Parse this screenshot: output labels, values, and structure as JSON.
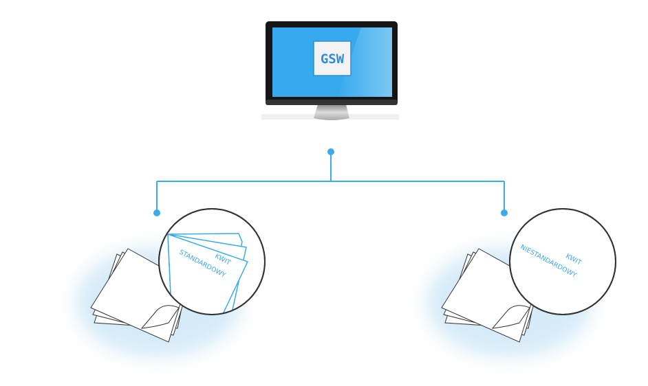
{
  "monitor": {
    "logo_text": "GSW"
  },
  "branches": [
    {
      "label_line1": "KWIT",
      "label_line2": "STANDARDOWY"
    },
    {
      "label_line1": "KWIT",
      "label_line2": "NIESTANDARDOWY"
    }
  ],
  "colors": {
    "accent": "#3aaaea",
    "screen": "#36aaed",
    "outline": "#333333",
    "wash": "#d6ebf8"
  }
}
